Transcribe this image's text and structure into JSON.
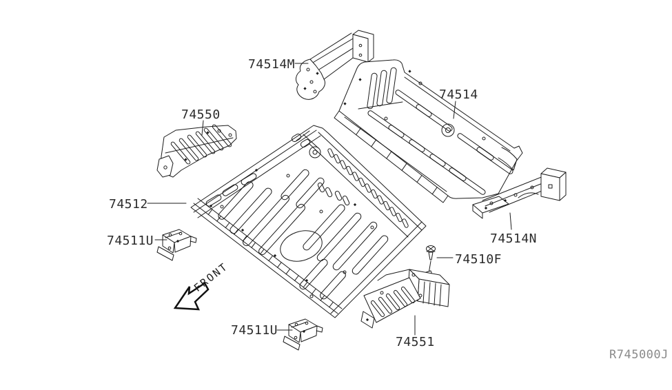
{
  "diagram": {
    "type": "parts-diagram",
    "front_label": "FRONT",
    "ref_code": "R745000J",
    "labels": [
      {
        "part": "74514M",
        "text": "74514M"
      },
      {
        "part": "74514",
        "text": "74514"
      },
      {
        "part": "74550",
        "text": "74550"
      },
      {
        "part": "74512",
        "text": "74512"
      },
      {
        "part": "74511U",
        "text": "74511U"
      },
      {
        "part": "74514N",
        "text": "74514N"
      },
      {
        "part": "74510F",
        "text": "74510F"
      },
      {
        "part": "74511U-2",
        "text": "74511U"
      },
      {
        "part": "74551",
        "text": "74551"
      }
    ],
    "colors": {
      "line": "#1b1b1b",
      "label": "#2b2b2b",
      "ref": "#8a8a8a",
      "background": "#ffffff"
    }
  }
}
